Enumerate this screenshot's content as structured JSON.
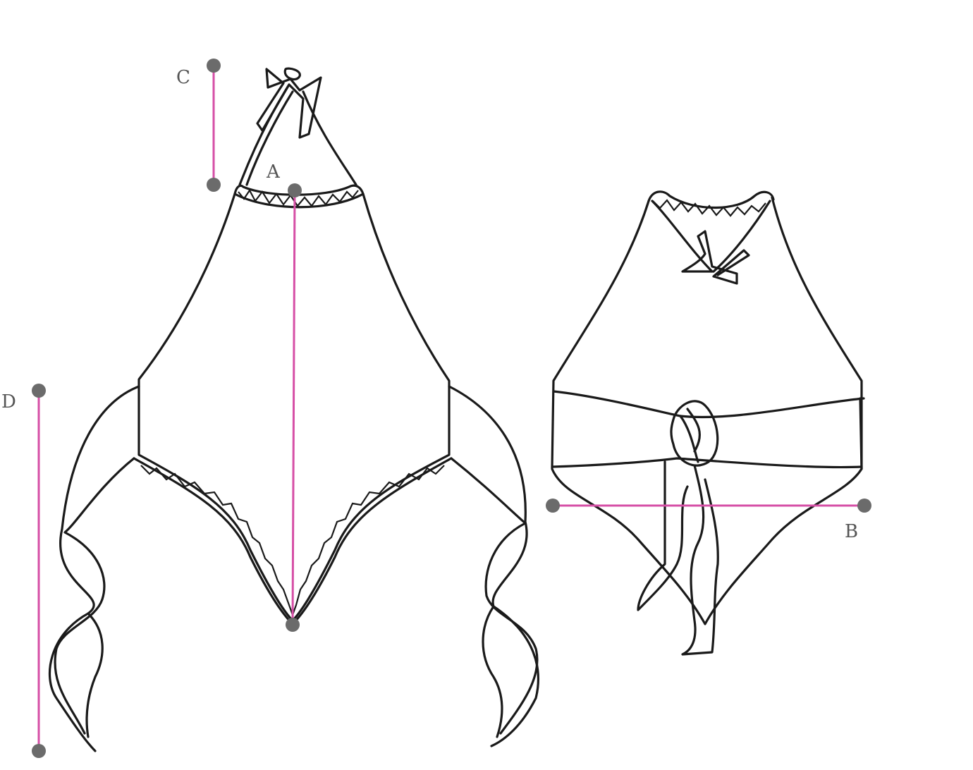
{
  "colors": {
    "measure_line": "#d64fa6",
    "endpoint": "#6b6b6b",
    "outline": "#1a1a1a",
    "label": "#555555"
  },
  "measurements": {
    "a": "A",
    "b": "B",
    "c": "C",
    "d": "D"
  }
}
